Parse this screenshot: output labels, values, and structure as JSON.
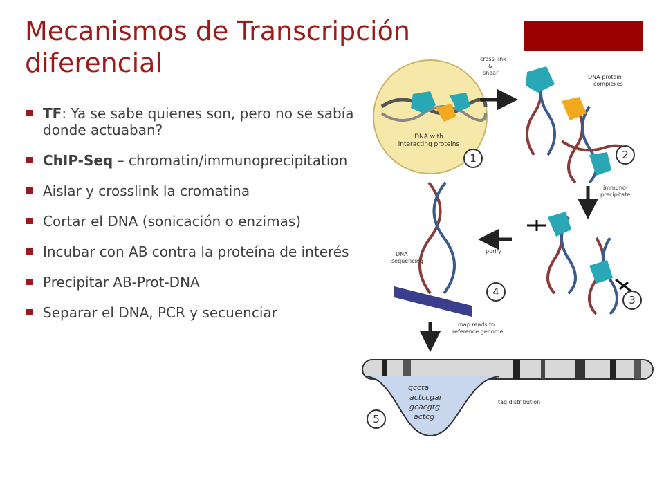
{
  "slide": {
    "title_line1": "Mecanismos de Transcripción",
    "title_line2": "diferencial",
    "accent_color": "#9b0000",
    "bullets": [
      {
        "bold": "TF",
        "text": ": Ya se sabe quienes son, pero no se sabía donde actuaban?"
      },
      {
        "bold": "ChIP-Seq",
        "text": " – chromatin/immunoprecipitation"
      },
      {
        "bold": "",
        "text": "Aislar y crosslink la cromatina"
      },
      {
        "bold": "",
        "text": "Cortar el DNA (sonicación o enzimas)"
      },
      {
        "bold": "",
        "text": "Incubar con AB contra la proteína de interés"
      },
      {
        "bold": "",
        "text": "Precipitar AB-Prot-DNA"
      },
      {
        "bold": "",
        "text": "Separar el DNA, PCR y secuenciar"
      }
    ]
  },
  "diagram": {
    "circle_label_1": "DNA with",
    "circle_label_2": "interacting proteins",
    "step1_label_1": "cross-link",
    "step1_label_2": "&",
    "step1_label_3": "shear",
    "complex_label_1": "DNA-protein",
    "complex_label_2": "complexes",
    "step2_label_1": "immuno-",
    "step2_label_2": "precipitate",
    "step3_label": "purify",
    "seq_label_1": "DNA",
    "seq_label_2": "sequencing",
    "step4_label_1": "map reads to",
    "step4_label_2": "reference genome",
    "tag_label": "tag distribution",
    "step_numbers": [
      "1",
      "2",
      "3",
      "4",
      "5"
    ],
    "reads": [
      "gccta",
      "actccgar",
      "gcacgtg",
      "actcg"
    ],
    "colors": {
      "protein_teal": "#2aa7b5",
      "protein_orange": "#f2a91e",
      "circle_fill": "#f6e8a8",
      "arrow": "#222222"
    }
  }
}
